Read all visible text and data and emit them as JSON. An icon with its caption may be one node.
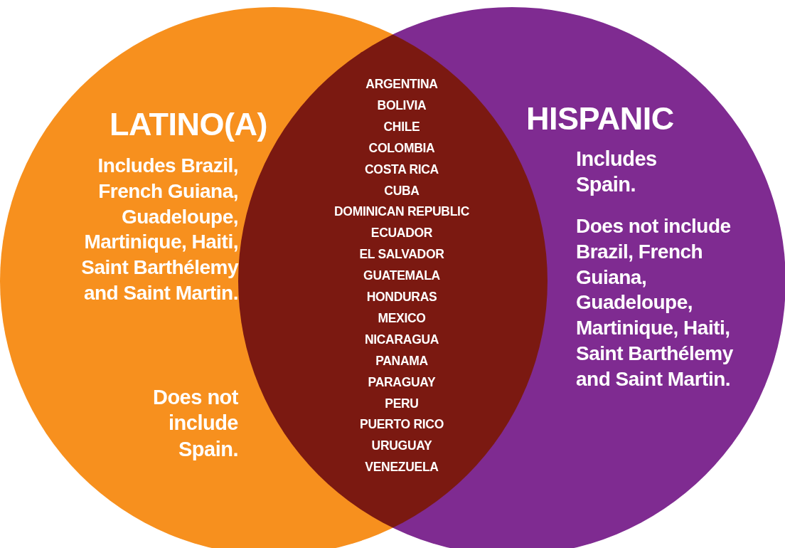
{
  "diagram": {
    "nodes": [
      {
        "text": [
          "LATINO(A)",
          "Includes Brazil, French Guiana, Guadeloupe, Martinique, Haiti, Saint Barthélemy and Saint Martin.",
          "Does not include Spain."
        ]
      },
      {
        "text": [
          "HISPANIC",
          "Includes Spain.",
          "Does not include Brazil, French Guiana, Guadeloupe, Martinique, Haiti, Saint Barthélemy and Saint Martin."
        ]
      },
      {
        "text": [
          "ARGENTINA",
          "BOLIVIA",
          "CHILE",
          "COLOMBIA",
          "COSTA RICA",
          "CUBA",
          "DOMINICAN REPUBLIC",
          "ECUADOR",
          "EL SALVADOR",
          "GUATEMALA",
          "HONDURAS",
          "MEXICO",
          "NICARAGUA",
          "PANAMA",
          "PARAGUAY",
          "PERU",
          "PUERTO RICO",
          "URUGUAY",
          "VENEZUELA"
        ]
      }
    ]
  }
}
